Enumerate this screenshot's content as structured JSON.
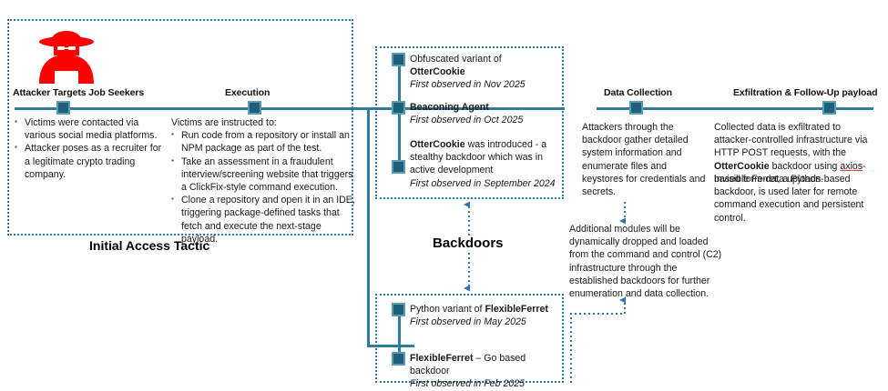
{
  "palette": {
    "rail": "#2E7E9B",
    "node_fill": "#1F5F7A",
    "node_border": "#5B9BB5",
    "dotted_box": "#2E75B6",
    "attacker_red": "#FF0000",
    "text": "#1a1a1a"
  },
  "sections": {
    "initial_access": {
      "caption": "Initial Access Tactic",
      "stages": [
        {
          "title": "Attacker Targets Job Seekers",
          "icon": "attacker-spy-icon",
          "bullets": [
            "Victims were contacted via various social media platforms.",
            "Attacker poses as a recruiter for a legitimate crypto trading company."
          ]
        },
        {
          "title": "Execution",
          "lead": "Victims are instructed to:",
          "bullets": [
            "Run code from a repository or install an NPM package as part of the test.",
            "Take an assessment in a fraudulent interview/screening website that triggers a ClickFix-style command execution.",
            "Clone a repository and open it in an IDE, triggering package-defined tasks that fetch and execute the next-stage payload."
          ]
        }
      ]
    },
    "backdoors": {
      "caption": "Backdoors",
      "upper_items": [
        {
          "title_plain": "Obfuscated variant of ",
          "title_bold": "OtterCookie",
          "title_tail": "",
          "observed": "First observed in Nov 2025"
        },
        {
          "title_plain": "",
          "title_bold": "Beaconing Agent",
          "title_tail": "",
          "observed": "First observed in Oct 2025"
        },
        {
          "title_plain": "",
          "title_bold": "OtterCookie",
          "title_tail": " was introduced - a stealthy backdoor which was in active development",
          "observed": "First observed in September 2024"
        }
      ],
      "lower_items": [
        {
          "title_plain": "Python variant of ",
          "title_bold": "FlexibleFerret",
          "title_tail": "",
          "observed": "First observed in May 2025"
        },
        {
          "title_plain": "",
          "title_bold": "FlexibleFerret",
          "title_tail": " – Go based backdoor",
          "observed": "First observed in Feb 2025"
        }
      ]
    },
    "data_collection": {
      "title": "Data Collection",
      "body": "Attackers through the backdoor gather detailed system information and enumerate files and keystores for credentials and secrets.",
      "modules_note": "Additional modules will be dynamically dropped and loaded from the command and control (C2) infrastructure through the established backdoors for further enumeration and data collection."
    },
    "exfiltration": {
      "title": "Exfiltration & Follow-Up payload",
      "para1_a": "Collected data is exfiltrated to attacker-controlled infrastructure via HTTP POST requests, with the ",
      "para1_bold": "OtterCookie",
      "para1_b": " backdoor using ",
      "para1_underline": "axios",
      "para1_c": "-based form-data uploads.",
      "para2": "Invisible Ferret, a Python-based backdoor, is used later for remote command execution and persistent control."
    }
  }
}
